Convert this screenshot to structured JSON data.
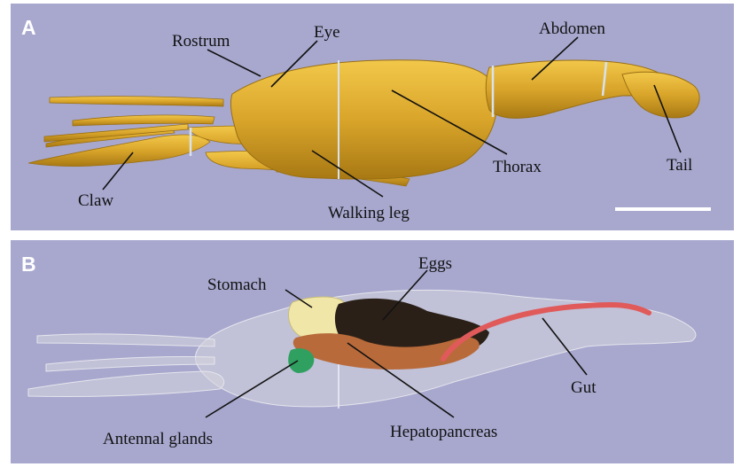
{
  "panel_a": {
    "letter": "A",
    "labels": {
      "rostrum": "Rostrum",
      "eye": "Eye",
      "abdomen": "Abdomen",
      "thorax": "Thorax",
      "tail": "Tail",
      "claw": "Claw",
      "walking_leg": "Walking leg"
    }
  },
  "panel_b": {
    "letter": "B",
    "labels": {
      "stomach": "Stomach",
      "eggs": "Eggs",
      "gut": "Gut",
      "antennal_glands": "Antennal glands",
      "hepatopancreas": "Hepatopancreas"
    }
  },
  "colors": {
    "background": "#a8a8cf",
    "body_gold": "#d8a528",
    "translucent_body": "#cfcfd8",
    "stomach": "#f0e6a8",
    "eggs": "#2a2018",
    "hepatopancreas": "#b86a3a",
    "gut": "#e05a5a",
    "antennal_glands": "#2fa060"
  }
}
